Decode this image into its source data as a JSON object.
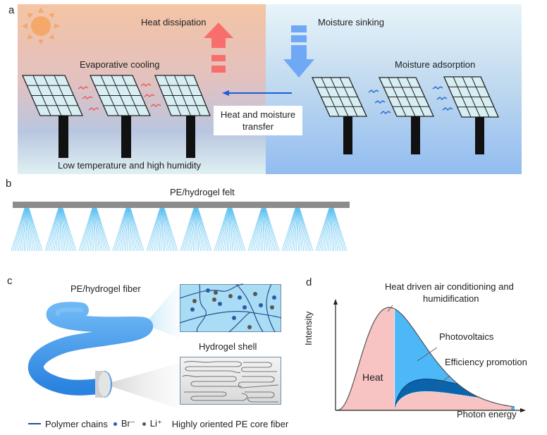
{
  "panels": {
    "a": {
      "letter": "a",
      "labels": {
        "heat_dissipation": "Heat dissipation",
        "moisture_sinking": "Moisture sinking",
        "evaporative_cooling": "Evaporative cooling",
        "moisture_adsorption": "Moisture adsorption",
        "transfer_line1": "Heat and moisture",
        "transfer_line2": "transfer",
        "bottom_left": "Low temperature and high humidity"
      },
      "colors": {
        "warm_top": "#f3c6a7",
        "warm_bottom": "#dfeff4",
        "cool_top": "#e6f3f9",
        "cool_bottom": "#8ab8ef",
        "heat_arrow": "#f76e6c",
        "moisture_arrow": "#6fa8f4",
        "transfer_arrow": "#1a5fd8",
        "sun": "#f5a86a",
        "panel_cell": "#d7eef2",
        "heat_wave": "#f25c5c",
        "moisture_wave": "#2c6fd6"
      }
    },
    "b": {
      "letter": "b",
      "title": "PE/hydrogel felt",
      "fiber_bundle_count": 10,
      "colors": {
        "felt": "#8c8c8c",
        "fiber": "#5cc1f1"
      }
    },
    "c": {
      "letter": "c",
      "fiber_label": "PE/hydrogel fiber",
      "shell_label": "Hydrogel shell",
      "core_label": "Highly oriented PE core fiber",
      "legend": [
        {
          "symbol": "line",
          "label": "Polymer chains",
          "color": "#2c4f8a"
        },
        {
          "symbol": "dot",
          "label": "Br⁻",
          "color": "#2b5aa8"
        },
        {
          "symbol": "dot",
          "label": "Li⁺",
          "color": "#5a5650"
        }
      ],
      "colors": {
        "fiber": "#3f97ea",
        "shell_bg": "#a9dcf5",
        "core_bg": "#e8e8e8",
        "core_end": "#d0d0d0"
      }
    },
    "d": {
      "letter": "d"
    }
  },
  "chart_data": {
    "type": "area",
    "title": "",
    "xlabel": "Photon energy",
    "ylabel": "Intensity",
    "xlim": [
      0,
      1
    ],
    "ylim": [
      0,
      1
    ],
    "ticks": "none",
    "series": [
      {
        "name": "Heat",
        "region": "below peak energy",
        "x_range": [
          0,
          0.33
        ],
        "color": "#f7c3c3"
      },
      {
        "name": "Photovoltaics",
        "region": "above peak energy",
        "x_range": [
          0.33,
          1.0
        ],
        "color": "#4db8f7"
      },
      {
        "name": "Efficiency promotion",
        "region": "band within photovoltaics",
        "peak_value": 0.3,
        "color": "#0a64ab"
      },
      {
        "name": "Heat (residual)",
        "region": "under efficiency band",
        "peak_value": 0.18,
        "color": "#f7c3c3"
      }
    ],
    "curve": {
      "peak_x": 0.3,
      "peak_y": 1.0,
      "description": "Planck-like solar spectrum"
    },
    "annotations": [
      "Heat driven air conditioning and humidification",
      "Photovoltaics",
      "Efficiency promotion",
      "Heat"
    ]
  }
}
